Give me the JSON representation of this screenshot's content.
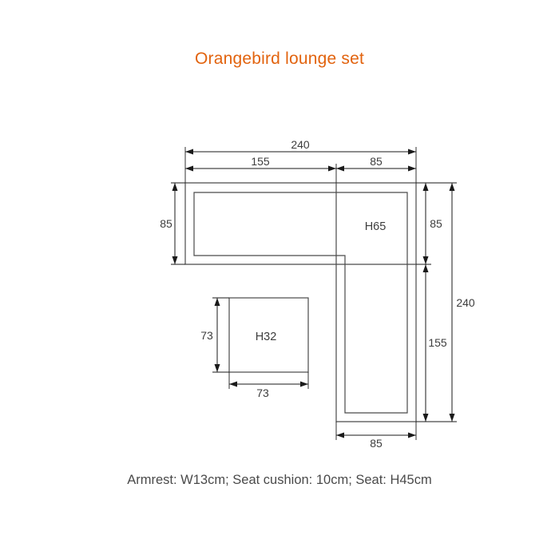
{
  "page": {
    "background_color": "#ffffff",
    "line_color": "#4a4a4a",
    "text_color": "#3d3d3d"
  },
  "title": {
    "text": "Orangebird lounge set",
    "color": "#e2630e"
  },
  "footer": {
    "text": "Armrest: W13cm; Seat cushion: 10cm; Seat: H45cm"
  },
  "diagram": {
    "type": "furniture-dimension-drawing",
    "units": "cm",
    "pieces": [
      {
        "name": "corner-sofa",
        "shape": "L-shaped",
        "height_label": "H65",
        "overall_width": "240",
        "overall_depth": "240",
        "left_section_width": "155",
        "right_section_width": "85",
        "left_section_depth": "85",
        "right_section_depth": "155",
        "bottom_width": "85"
      },
      {
        "name": "coffee-table",
        "shape": "square",
        "height_label": "H32",
        "width": "73",
        "depth": "73"
      }
    ],
    "dimensions": {
      "top_overall": "240",
      "top_left_span": "155",
      "top_right_span": "85",
      "left_vertical": "85",
      "right_inner_top": "85",
      "right_inner_bottom": "155",
      "right_outer_total": "240",
      "bottom_arm_width": "85",
      "table_height": "73",
      "table_width": "73"
    },
    "labels": {
      "sofa_height": "H65",
      "table_height": "H32"
    }
  }
}
